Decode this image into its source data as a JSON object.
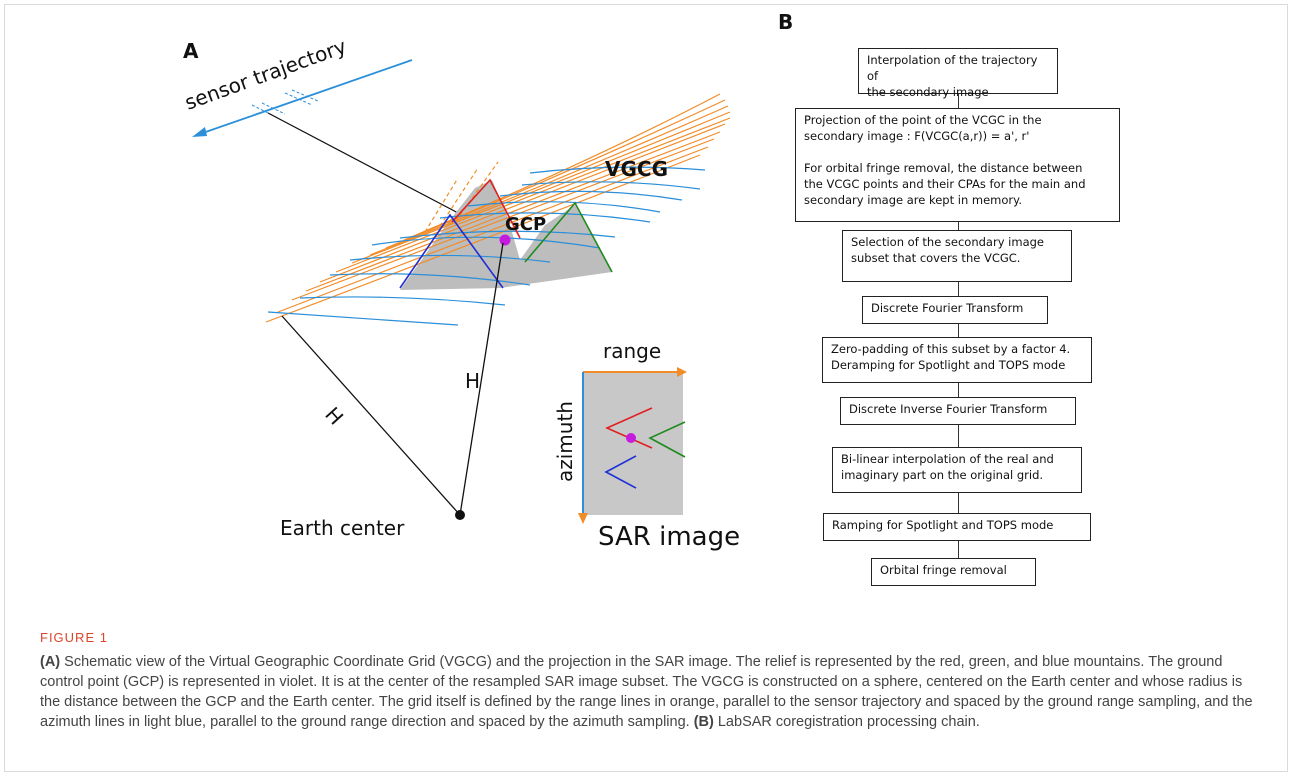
{
  "panel_a": {
    "label": "A",
    "sensor_trajectory": "sensor trajectory",
    "vgcg": "VGCG",
    "gcp": "GCP",
    "radius": "H",
    "earth_center": "Earth center",
    "range": "range",
    "azimuth": "azimuth",
    "sar_image": "SAR image"
  },
  "panel_b": {
    "label": "B",
    "steps": [
      "Interpolation of the trajectory of\nthe secondary image",
      "Projection of the point of the VCGC in the\nsecondary image : F(VCGC(a,r)) = a', r'\n\nFor orbital fringe removal, the distance between\nthe VCGC points and their CPAs for the main and\nsecondary image  are kept in memory.",
      "Selection of the secondary image\nsubset that covers the VCGC.",
      "Discrete Fourier Transform",
      "Zero-padding of this subset by a factor 4.\nDeramping for Spotlight and TOPS mode",
      "Discrete Inverse Fourier Transform",
      "Bi-linear interpolation of the real and\nimaginary part on the original grid.",
      "Ramping for Spotlight and TOPS mode",
      "Orbital fringe removal"
    ]
  },
  "caption": {
    "heading": "FIGURE 1",
    "a_tag": "(A)",
    "a_text": " Schematic view of the Virtual Geographic Coordinate Grid (VGCG) and the projection in the SAR image. The relief is represented by the red, green, and blue mountains. The ground control point (GCP) is represented in violet. It is at the center of the resampled SAR image subset. The VGCG is constructed on a sphere, centered on the Earth center and whose radius is the distance between the GCP and the Earth center. The grid itself is defined by the range lines in orange, parallel to the sensor trajectory and spaced by the ground range sampling, and the azimuth lines in light blue, parallel to the ground range direction and spaced by the azimuth sampling. ",
    "b_tag": "(B)",
    "b_text": " LabSAR coregistration processing chain."
  },
  "colors": {
    "range_lines": "#f28c28",
    "azimuth_lines": "#2b8fd9",
    "red_mountain": "#e02020",
    "green_mountain": "#1f8a1f",
    "blue_mountain": "#1f2fd6",
    "gcp": "#c61ce0",
    "terrain_fill": "#bdbdbd",
    "caption_heading": "#d9472b"
  }
}
